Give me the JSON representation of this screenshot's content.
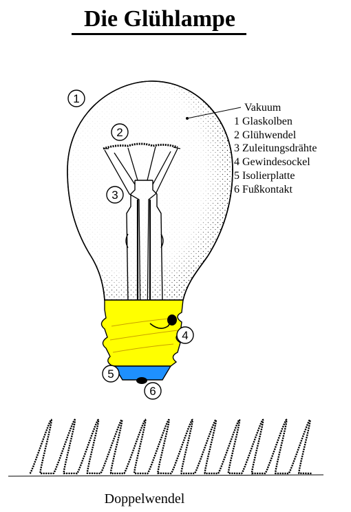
{
  "title": "Die Glühlampe",
  "legend": {
    "vacuum_label": "Vakuum",
    "items": [
      "1 Glaskolben",
      "2 Glühwendel",
      "3 Zuleitungsdrähte",
      "4 Gewindesockel",
      "5 Isolierplatte",
      "6 Fußkontakt"
    ]
  },
  "callouts": [
    "1",
    "2",
    "3",
    "4",
    "5",
    "6"
  ],
  "caption": "Doppelwendel",
  "colors": {
    "socket": "#ffff00",
    "insulator": "#1e90ff",
    "contact": "#000000",
    "outline": "#000000"
  }
}
